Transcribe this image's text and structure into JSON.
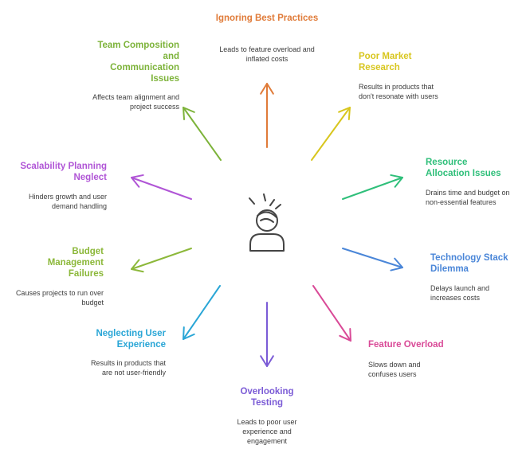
{
  "items": [
    {
      "title": "Ignoring Best Practices",
      "desc": "Leads to feature overload and inflated costs",
      "color": "#E07B39"
    },
    {
      "title": "Poor Market Research",
      "desc": "Results in products that don't resonate with users",
      "color": "#D8C61E"
    },
    {
      "title": "Resource Allocation Issues",
      "desc": "Drains time and budget on non-essential features",
      "color": "#2FBF7A"
    },
    {
      "title": "Technology Stack Dilemma",
      "desc": "Delays launch and increases costs",
      "color": "#4A86D8"
    },
    {
      "title": "Feature Overload",
      "desc": "Slows down and confuses users",
      "color": "#D94A97"
    },
    {
      "title": "Overlooking Testing",
      "desc": "Leads to poor user experience and engagement",
      "color": "#7B5BD6"
    },
    {
      "title": "Neglecting User Experience",
      "desc": "Results in products that are not user-friendly",
      "color": "#2AA6D6"
    },
    {
      "title": "Budget Management Failures",
      "desc": "Causes projects to run over budget",
      "color": "#8CB83A"
    },
    {
      "title": "Scalability Planning Neglect",
      "desc": "Hinders growth and user demand handling",
      "color": "#B055D6"
    },
    {
      "title": "Team Composition and Communication Issues",
      "desc": "Affects team alignment and project success",
      "color": "#7DB33A"
    }
  ],
  "center_icon": "stressed-person-icon"
}
